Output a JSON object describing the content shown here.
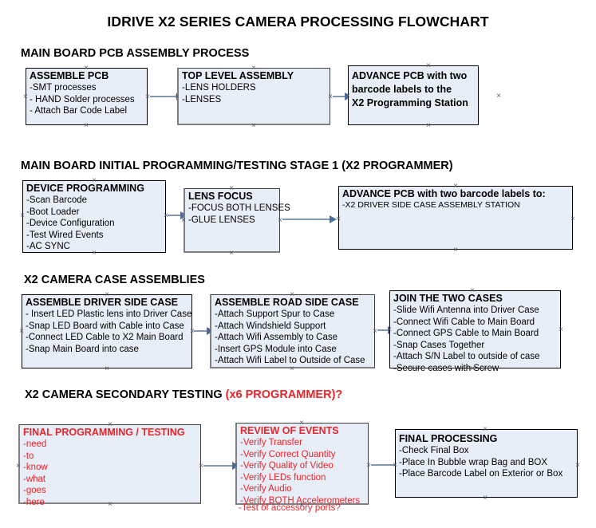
{
  "document": {
    "title": "IDRIVE X2  SERIES CAMERA PROCESSING FLOWCHART"
  },
  "sections": [
    {
      "id": "main-board-pcb-assembly",
      "heading": "MAIN BOARD PCB ASSEMBLY PROCESS",
      "heading_highlight": "",
      "boxes": [
        {
          "id": "assemble-pcb",
          "title": "ASSEMBLE PCB",
          "lines": [
            "-SMT processes",
            "- HAND Solder processes",
            "- Attach Bar Code Label"
          ]
        },
        {
          "id": "top-level-assembly",
          "title": "TOP LEVEL ASSEMBLY",
          "lines": [
            "-LENS HOLDERS",
            "-LENSES"
          ]
        },
        {
          "id": "advance-pcb-to-x2-programming-station",
          "title": "ADVANCE PCB with two",
          "lines": [
            "barcode labels to the",
            " X2 Programming Station"
          ]
        }
      ]
    },
    {
      "id": "main-board-initial-programming",
      "heading": "MAIN BOARD INITIAL PROGRAMMING/TESTING STAGE 1 (X2 PROGRAMMER)",
      "heading_highlight": "",
      "boxes": [
        {
          "id": "device-programming",
          "title": "DEVICE PROGRAMMING",
          "lines": [
            "-Scan Barcode",
            "-Boot Loader",
            "-Device Configuration",
            "-Test Wired Events",
            "-AC SYNC"
          ]
        },
        {
          "id": "lens-focus",
          "title": "LENS FOCUS",
          "lines": [
            "-FOCUS BOTH LENSES",
            "-GLUE LENSES"
          ]
        },
        {
          "id": "advance-pcb-to-driver-side-case-station",
          "title": "ADVANCE PCB with two barcode labels to:",
          "lines": [
            "-X2 DRIVER  SIDE  CASE  ASSEMBLY STATION"
          ]
        }
      ]
    },
    {
      "id": "x2-camera-case-assemblies",
      "heading": "X2 CAMERA CASE ASSEMBLIES",
      "heading_highlight": "",
      "boxes": [
        {
          "id": "assemble-driver-side-case",
          "title": "ASSEMBLE DRIVER SIDE CASE",
          "lines": [
            "- Insert LED Plastic lens into Driver Case",
            "-Snap LED Board with Cable into Case",
            "-Connect LED Cable to X2 Main Board",
            "-Snap Main Board into case"
          ]
        },
        {
          "id": "assemble-road-side-case",
          "title": "ASSEMBLE ROAD SIDE CASE",
          "lines": [
            "-Attach Support Spur to Case",
            "-Attach Windshield Support",
            "-Attach Wifi Assembly to Case",
            "-Insert GPS Module into Case",
            "-Attach Wifi Label to Outside of Case"
          ]
        },
        {
          "id": "join-the-two-cases",
          "title": "JOIN THE TWO CASES",
          "lines": [
            "-Slide Wifi Antenna into Driver Case",
            "-Connect Wifi Cable to Main Board",
            "-Connect GPS Cable to Main Board",
            "-Snap Cases Together",
            "-Attach S/N Label to outside of case",
            "-Secure cases with Screw"
          ]
        }
      ]
    },
    {
      "id": "x2-camera-secondary-testing",
      "heading": "X2 CAMERA SECONDARY TESTING ",
      "heading_highlight": "(x6 PROGRAMMER)?",
      "boxes": [
        {
          "id": "final-programming-testing",
          "title": "FINAL PROGRAMMING / TESTING",
          "lines": [
            "-need",
            "-to",
            "-know",
            "-what",
            "-goes",
            "-here"
          ]
        },
        {
          "id": "review-of-events",
          "title": "REVIEW OF EVENTS",
          "lines": [
            "-Verify Transfer",
            "-Verify Correct Quantity",
            "-Verify Quality of Video",
            "-Verify LEDs function",
            "-Verify Audio",
            "-Verify BOTH Accelerometers"
          ],
          "overflow_line": "-Test of accessory ports?"
        },
        {
          "id": "final-processing",
          "title": "FINAL PROCESSING",
          "lines": [
            " -Check Final Box",
            "-Place In Bubble wrap Bag and BOX",
            "-Place Barcode Label on Exterior or Box"
          ]
        }
      ]
    }
  ],
  "colors": {
    "box_fill": "#e8eef7",
    "box_border": "#000000",
    "box_shadow_border": "#808080",
    "arrow": "#8497b0",
    "arrow_head": "#4a6f9e",
    "accent_red": "#e8252a",
    "text": "#000000",
    "background": "#ffffff"
  }
}
